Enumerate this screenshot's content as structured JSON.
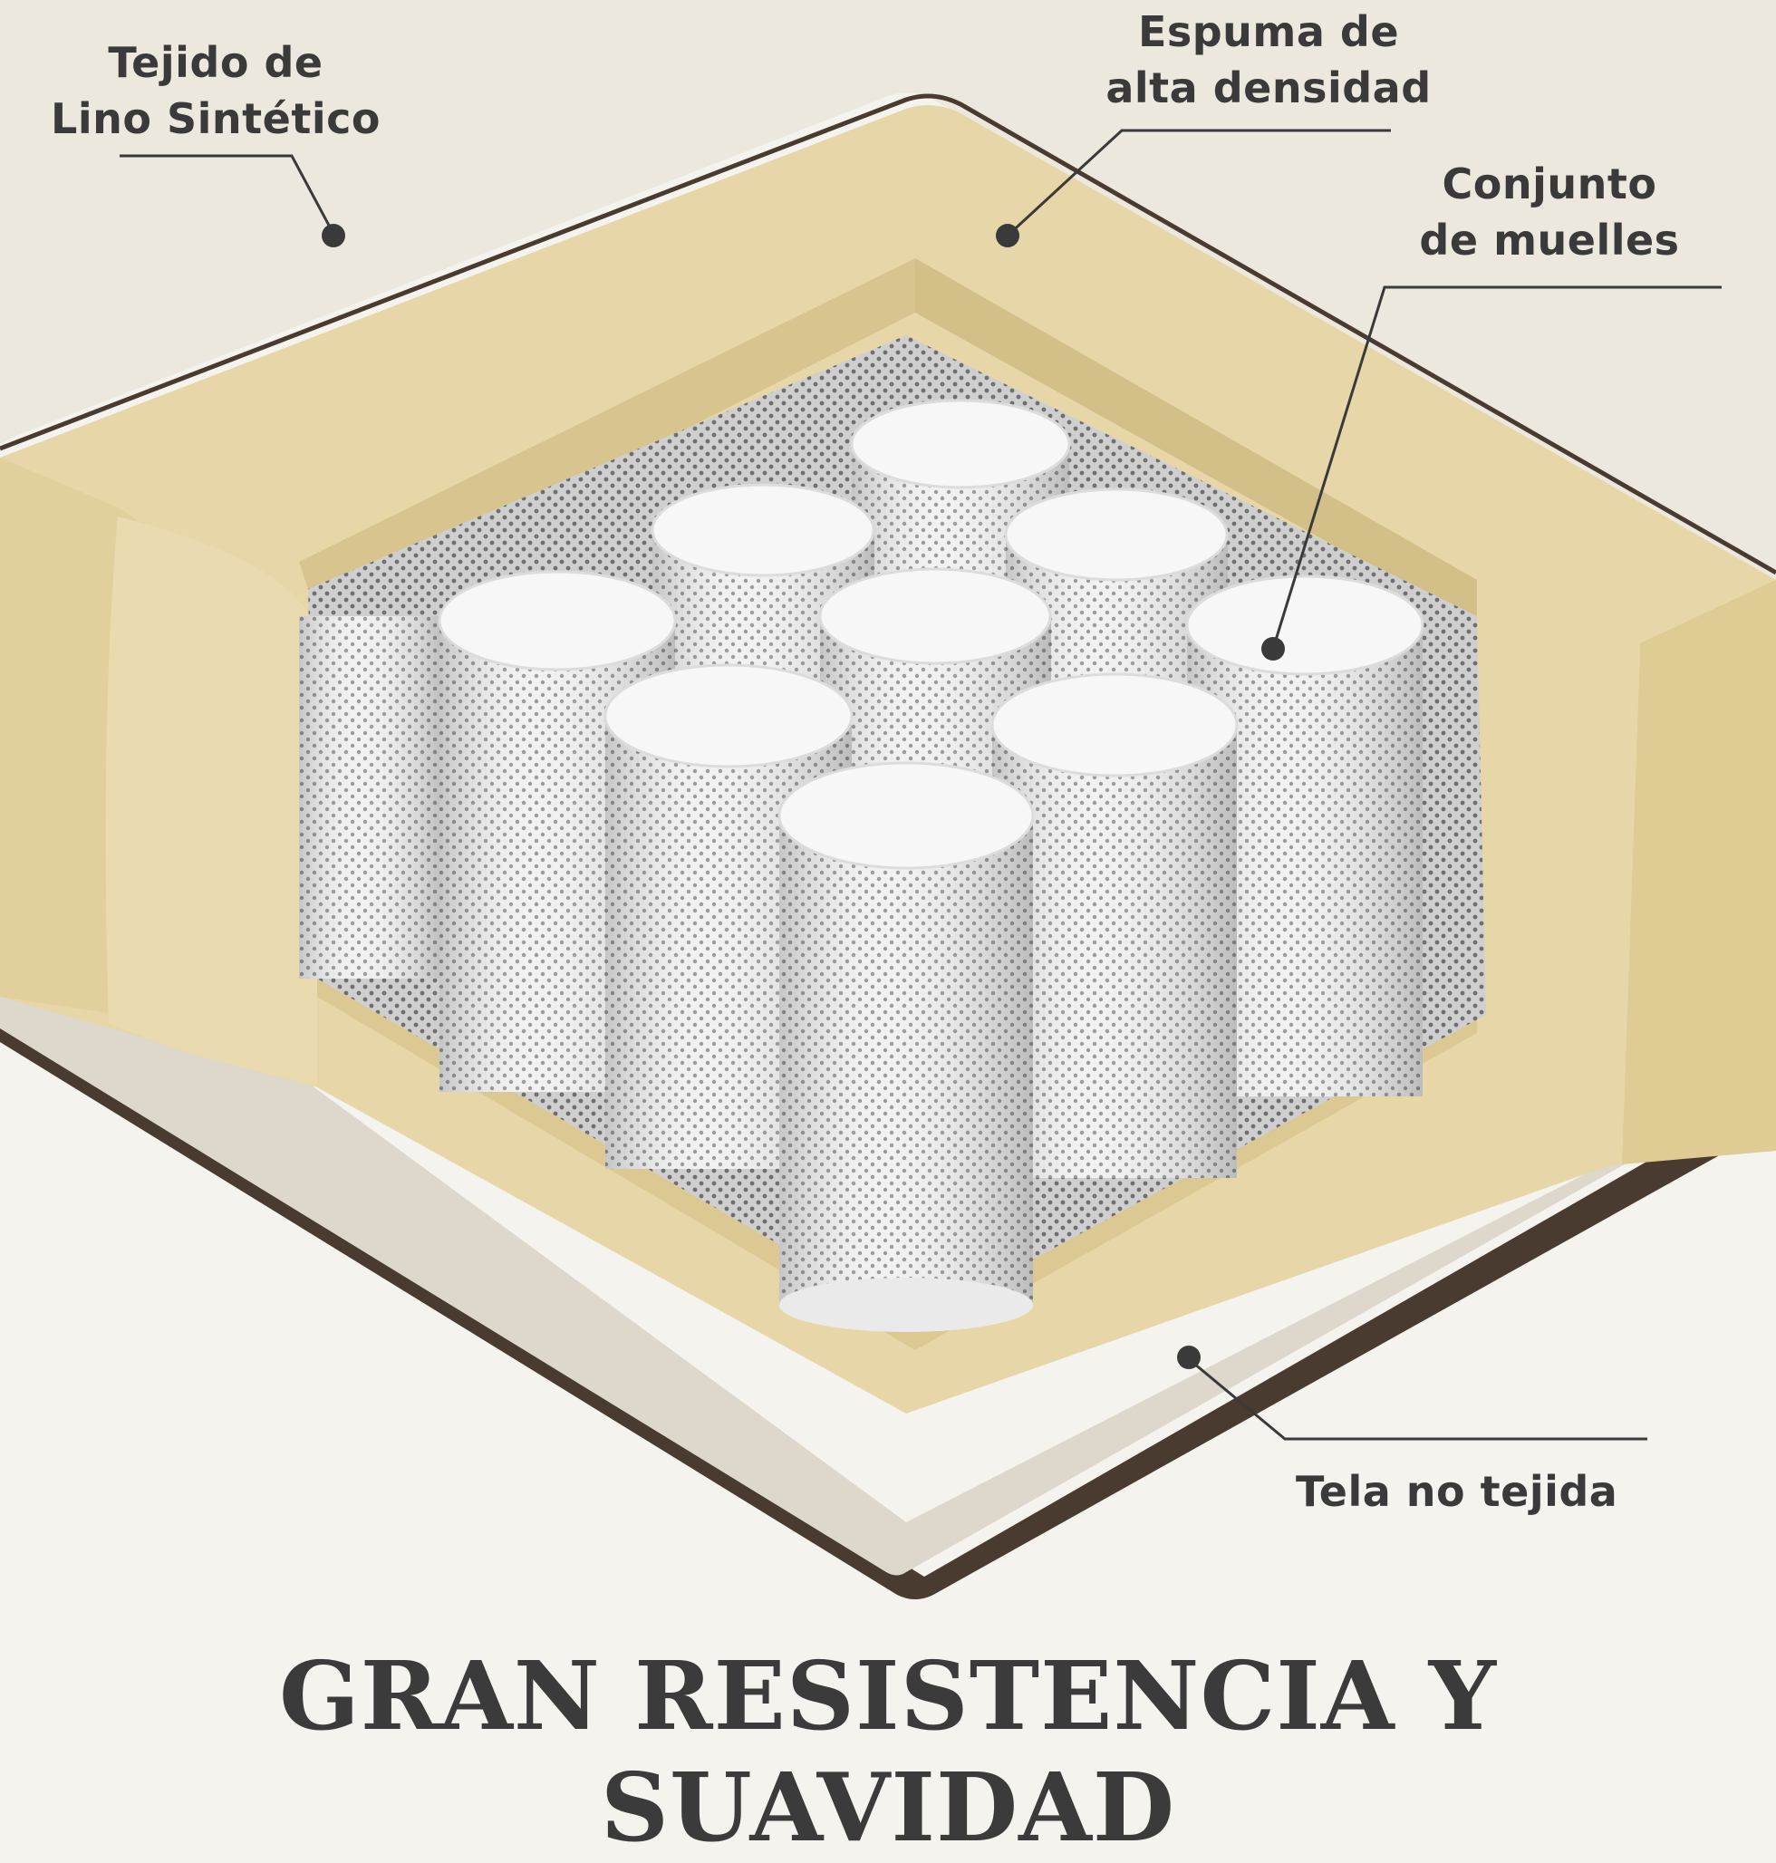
{
  "callouts": {
    "fabric": {
      "line1": "Tejido de",
      "line2": "Lino Sintético"
    },
    "foam": {
      "line1": "Espuma de",
      "line2": "alta densidad"
    },
    "springs": {
      "line1": "Conjunto",
      "line2": "de muelles"
    },
    "nonwoven": {
      "line1": "Tela no tejida"
    }
  },
  "headline": "GRAN RESISTENCIA Y SUAVIDAD",
  "colors": {
    "background": "#f5f3ee",
    "fabric": "#ece8de",
    "foam": "#e6d6a8",
    "foam_shade": "#d8c48f",
    "spring_pocket": "#f2f2f2",
    "nonwoven": "#ddd7cc",
    "edge": "#4a3b30",
    "text": "#3a3a3a"
  }
}
